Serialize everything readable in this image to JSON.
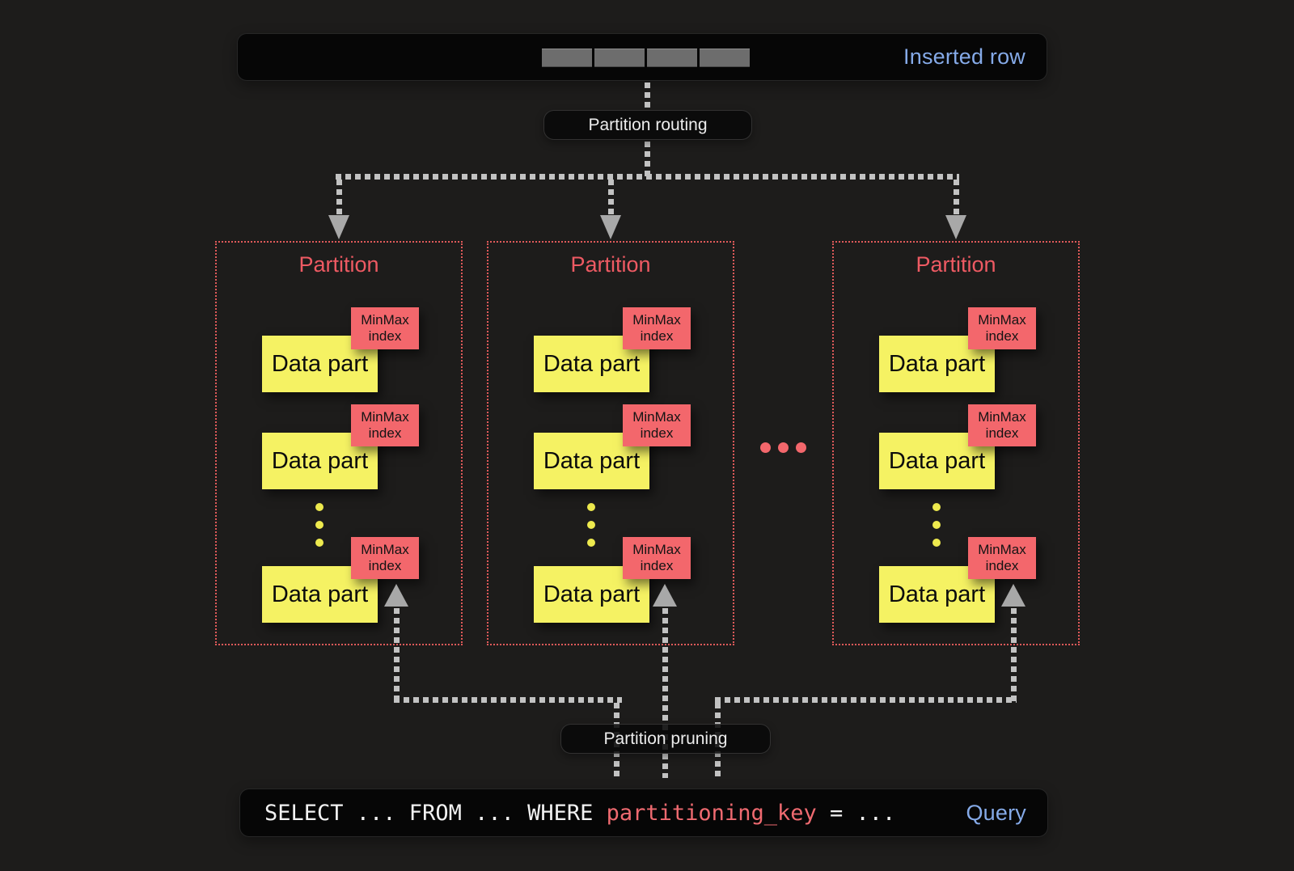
{
  "inserted_row": {
    "label": "Inserted row",
    "cell_count": 4
  },
  "flow_labels": {
    "routing": "Partition routing",
    "pruning": "Partition pruning"
  },
  "partitions": [
    {
      "title": "Partition",
      "parts": [
        {
          "label": "Data part",
          "badge": "MinMax index"
        },
        {
          "label": "Data part",
          "badge": "MinMax index"
        },
        {
          "label": "Data part",
          "badge": "MinMax index"
        }
      ]
    },
    {
      "title": "Partition",
      "parts": [
        {
          "label": "Data part",
          "badge": "MinMax index"
        },
        {
          "label": "Data part",
          "badge": "MinMax index"
        },
        {
          "label": "Data part",
          "badge": "MinMax index"
        }
      ]
    },
    {
      "title": "Partition",
      "parts": [
        {
          "label": "Data part",
          "badge": "MinMax index"
        },
        {
          "label": "Data part",
          "badge": "MinMax index"
        },
        {
          "label": "Data part",
          "badge": "MinMax index"
        }
      ]
    }
  ],
  "query": {
    "sql_before": "SELECT ... FROM ... WHERE ",
    "sql_key": "partitioning_key",
    "sql_after": " = ...",
    "label": "Query"
  },
  "colors": {
    "background": "#1d1c1b",
    "panel_bg": "#060606",
    "accent_blue": "#85aae8",
    "partition_title_red": "#ee5a63",
    "partition_border_red": "#e05a5a",
    "badge_red": "#f3676c",
    "datapart_yellow": "#f5f263",
    "connector_grey": "#c2c2c2",
    "arrow_grey": "#a8a8a8",
    "sql_key_red": "#ef6a70",
    "row_cell_grey": "#6d6d6d"
  }
}
